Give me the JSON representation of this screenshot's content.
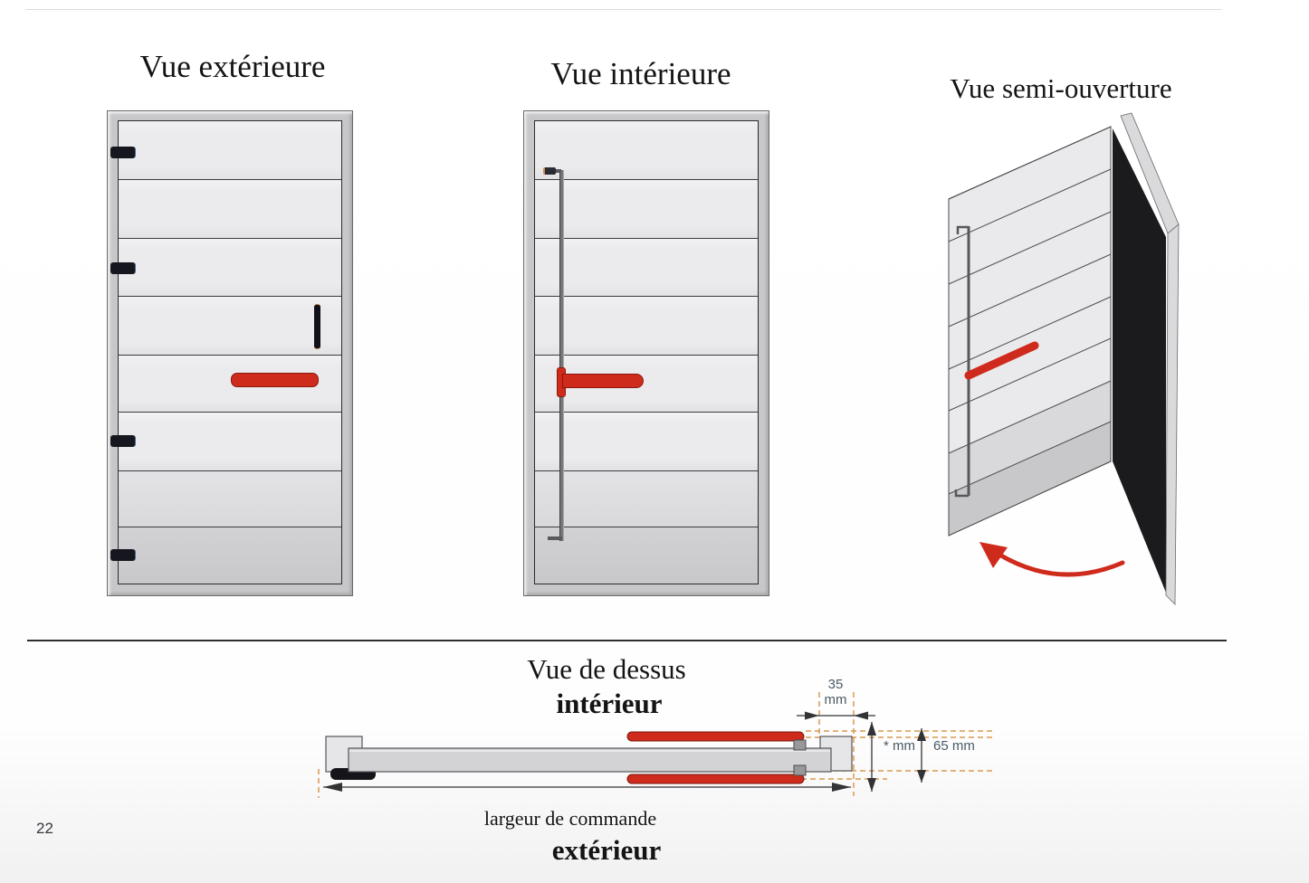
{
  "page": {
    "number": "22"
  },
  "front_views": {
    "exterior": {
      "title": "Vue extérieure"
    },
    "interior": {
      "title": "Vue intérieure"
    },
    "semi_open": {
      "title": "Vue semi-ouverture"
    }
  },
  "top_view": {
    "title": "Vue de dessus",
    "inner_side_label": "intérieur",
    "outer_side_label": "extérieur",
    "span_label": "largeur de commande",
    "dims": {
      "frame_width_value": "35",
      "frame_width_unit": "mm",
      "depth_label": "* mm",
      "height_label": "65 mm"
    }
  },
  "colors": {
    "handle_red": "#cf2b1d",
    "panel_light": "#ebebed",
    "panel_medium": "#d9d9db",
    "panel_dark": "#c8c8ca",
    "frame_gray": "#c7c7c9",
    "opening_black": "#1b1b1d",
    "dim_text": "#4b5a66",
    "dim_guide_orange": "#d99a4e"
  }
}
